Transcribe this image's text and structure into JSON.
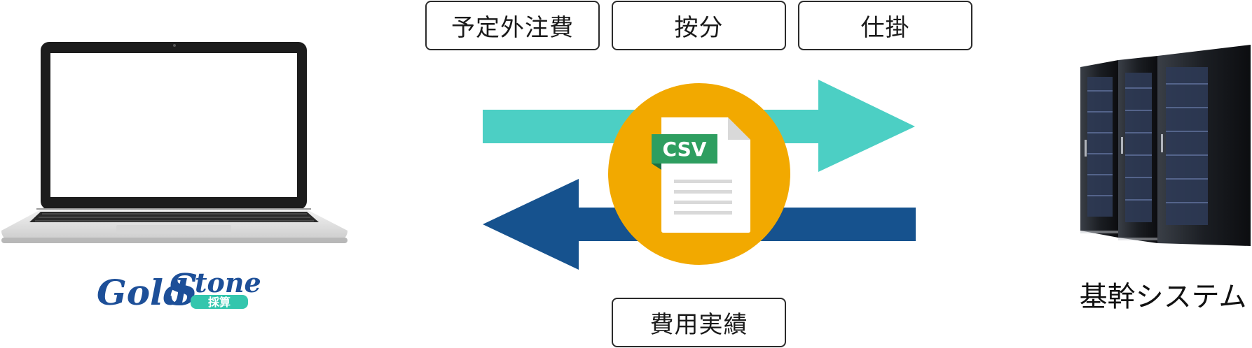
{
  "labels": {
    "yotei": "予定外注費",
    "anbun": "按分",
    "shikake": "仕掛",
    "hiyo": "費用実績"
  },
  "file_badge": "CSV",
  "logo": {
    "brand": "GoldStone",
    "sub": "採算"
  },
  "system_label": "基幹システム",
  "colors": {
    "arrow_out": "#4ccfc4",
    "arrow_in": "#16528e",
    "circle": "#f2a900",
    "csv_badge": "#2e9e60",
    "logo_blue": "#1d4f98",
    "logo_teal": "#33c6ad"
  }
}
